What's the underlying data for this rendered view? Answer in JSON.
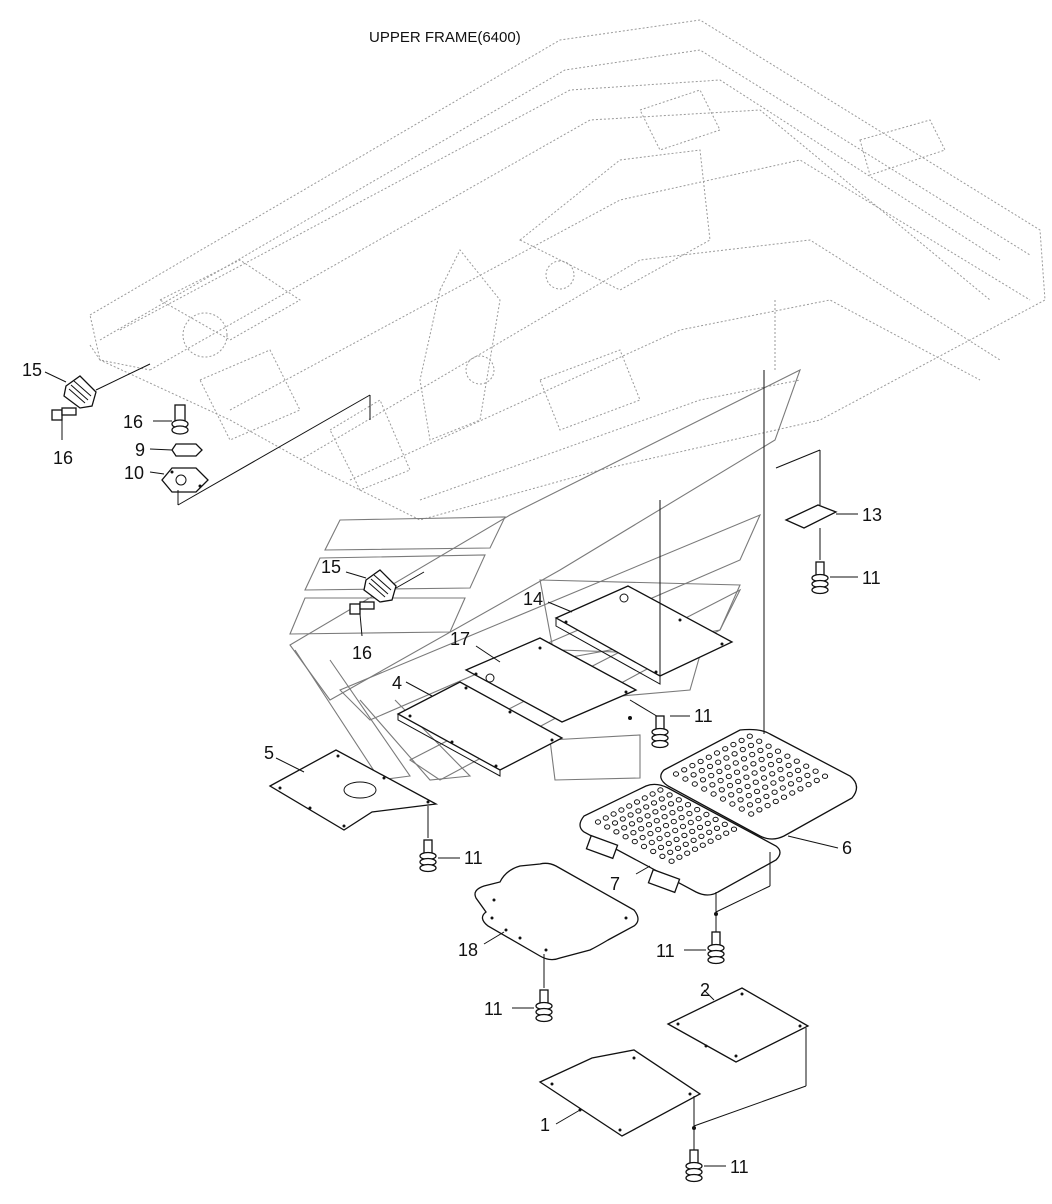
{
  "diagram": {
    "title": "UPPER FRAME(6400)",
    "callouts": {
      "c15a": "15",
      "c16a": "16",
      "c16b": "16",
      "c9": "9",
      "c10": "10",
      "c13": "13",
      "c11a": "11",
      "c15b": "15",
      "c16c": "16",
      "c14": "14",
      "c17": "17",
      "c4": "4",
      "c11b": "11",
      "c5": "5",
      "c11c": "11",
      "c6": "6",
      "c7": "7",
      "c11d": "11",
      "c18": "18",
      "c2": "2",
      "c11e": "11",
      "c1": "1",
      "c11f": "11"
    }
  }
}
